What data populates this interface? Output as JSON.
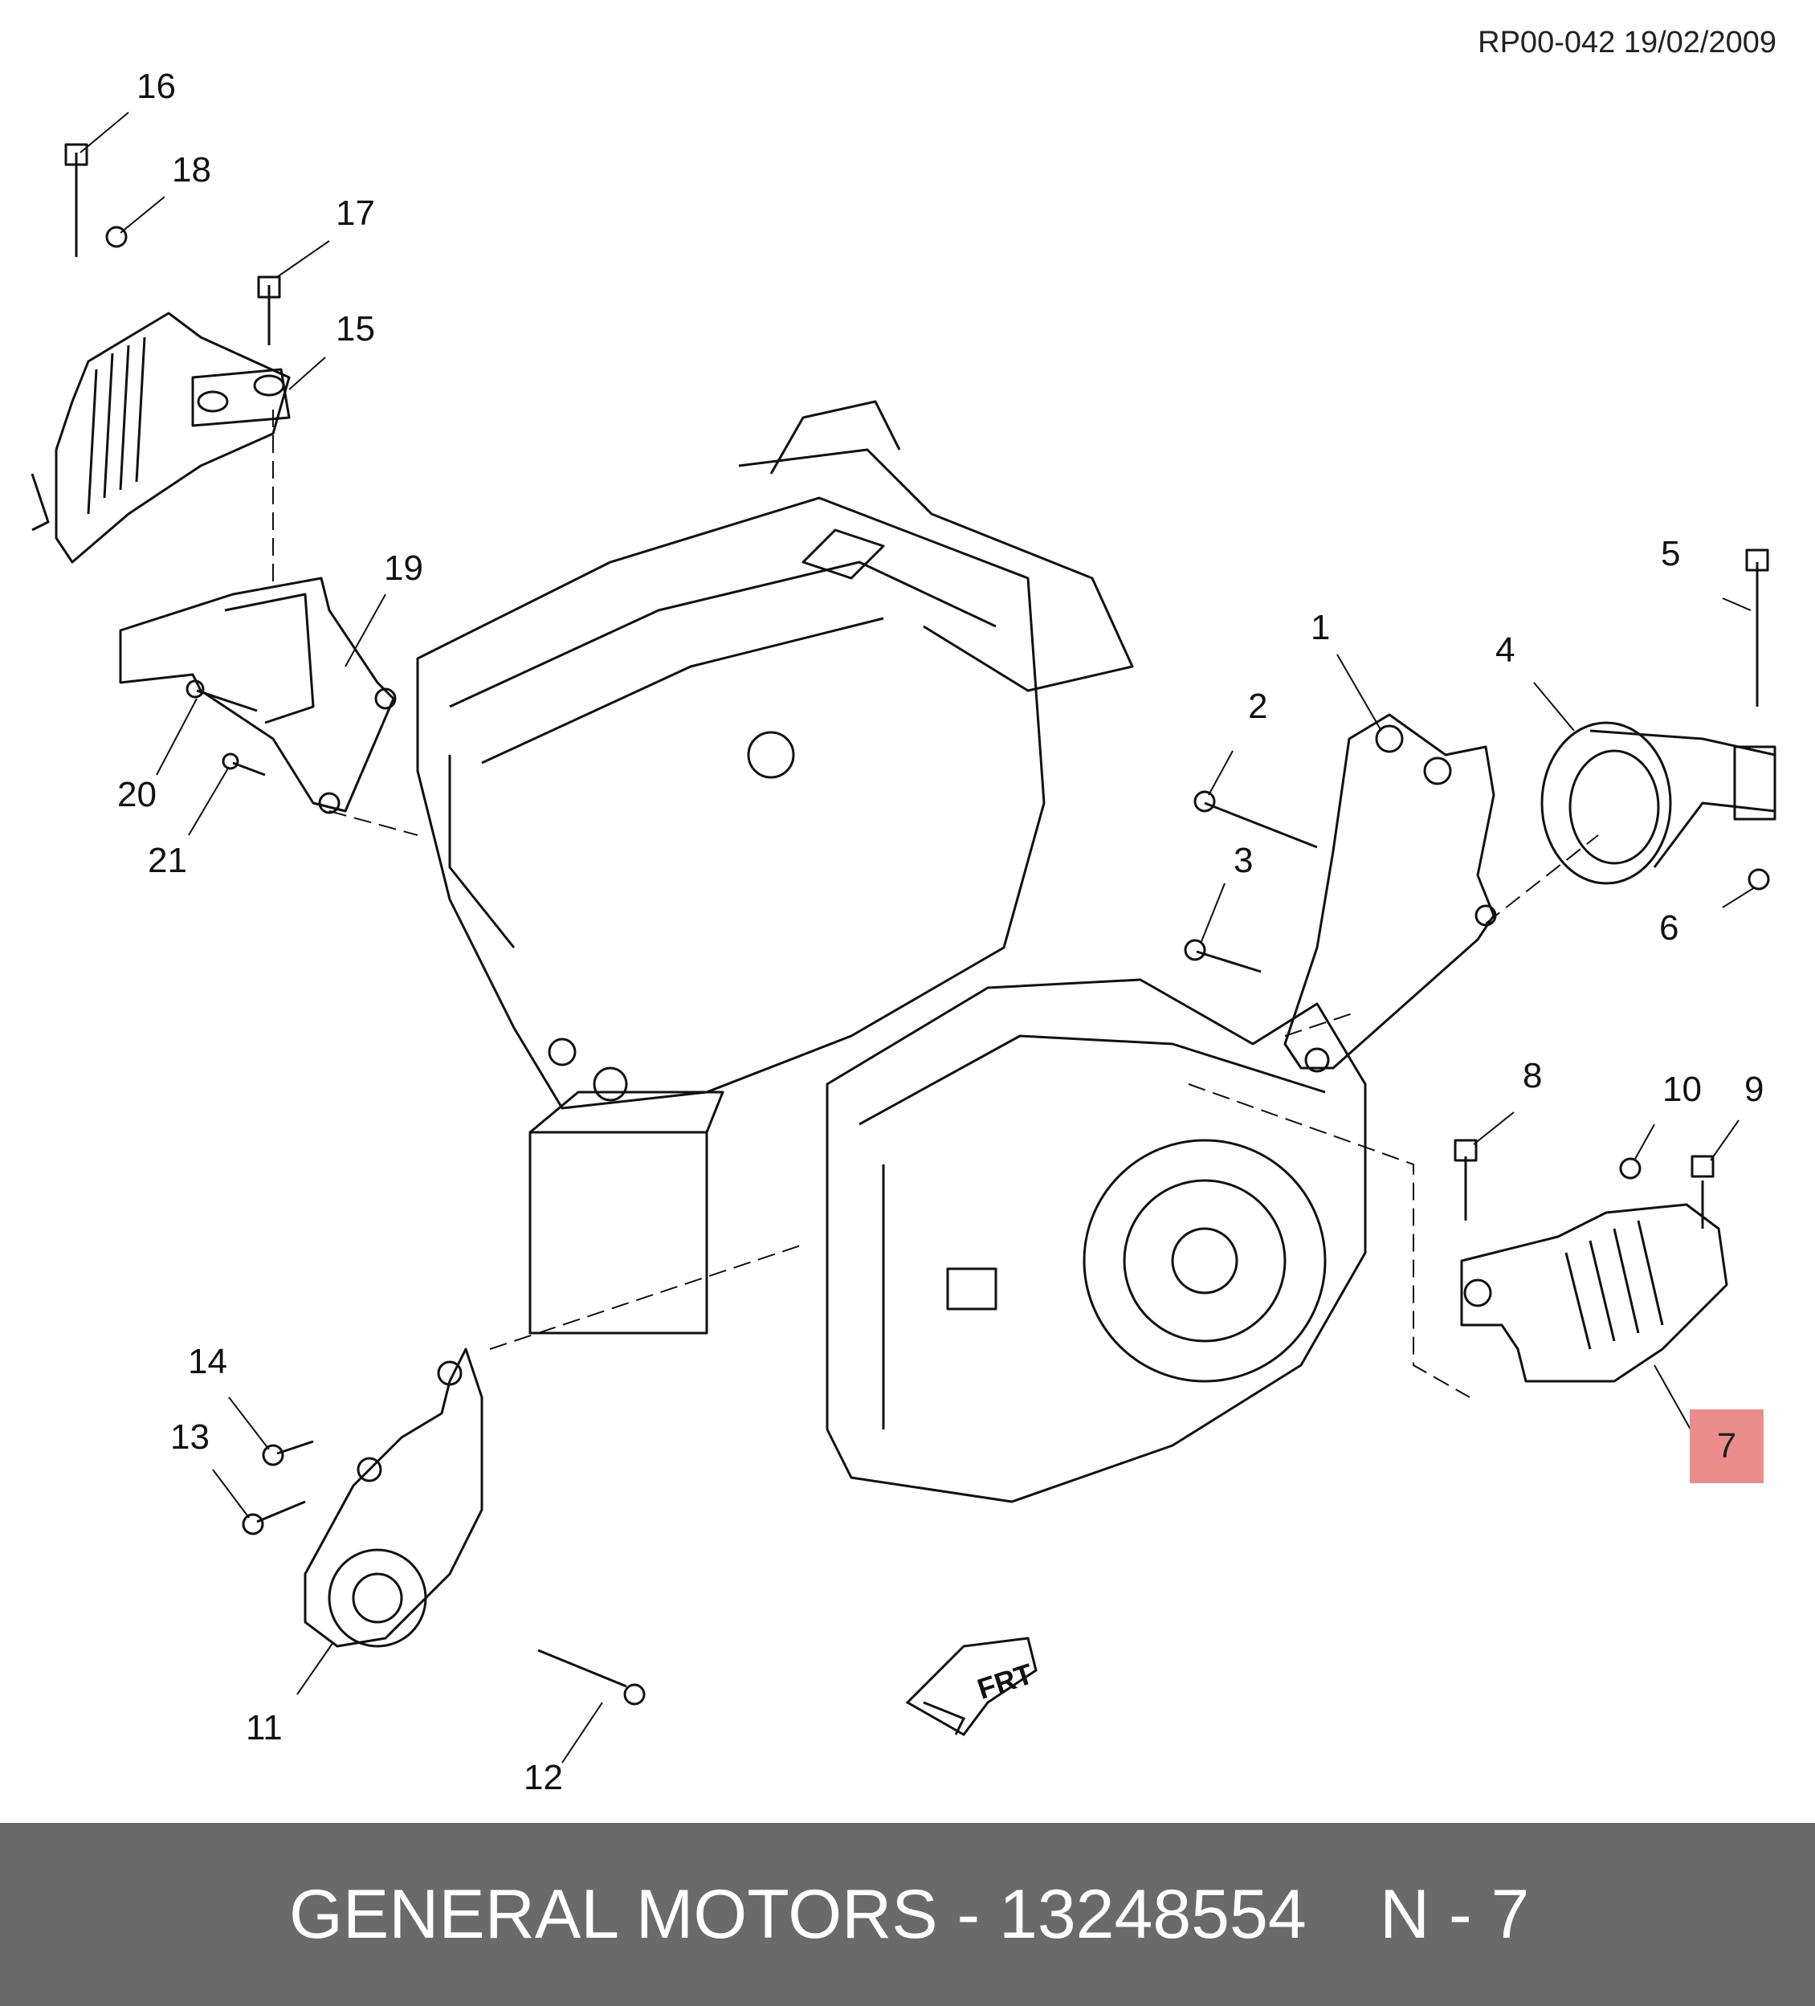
{
  "reference": "RP00-042 19/02/2009",
  "callouts": [
    "1",
    "2",
    "3",
    "4",
    "5",
    "6",
    "8",
    "9",
    "10",
    "11",
    "12",
    "13",
    "14",
    "15",
    "16",
    "17",
    "18",
    "19",
    "20",
    "21"
  ],
  "highlight": {
    "label": "7",
    "color": "#ec8d8d"
  },
  "direction_label": "FRT",
  "footer": {
    "title": "GENERAL MOTORS - 13248554",
    "position": "N - 7",
    "background": "#6a6a6a"
  }
}
